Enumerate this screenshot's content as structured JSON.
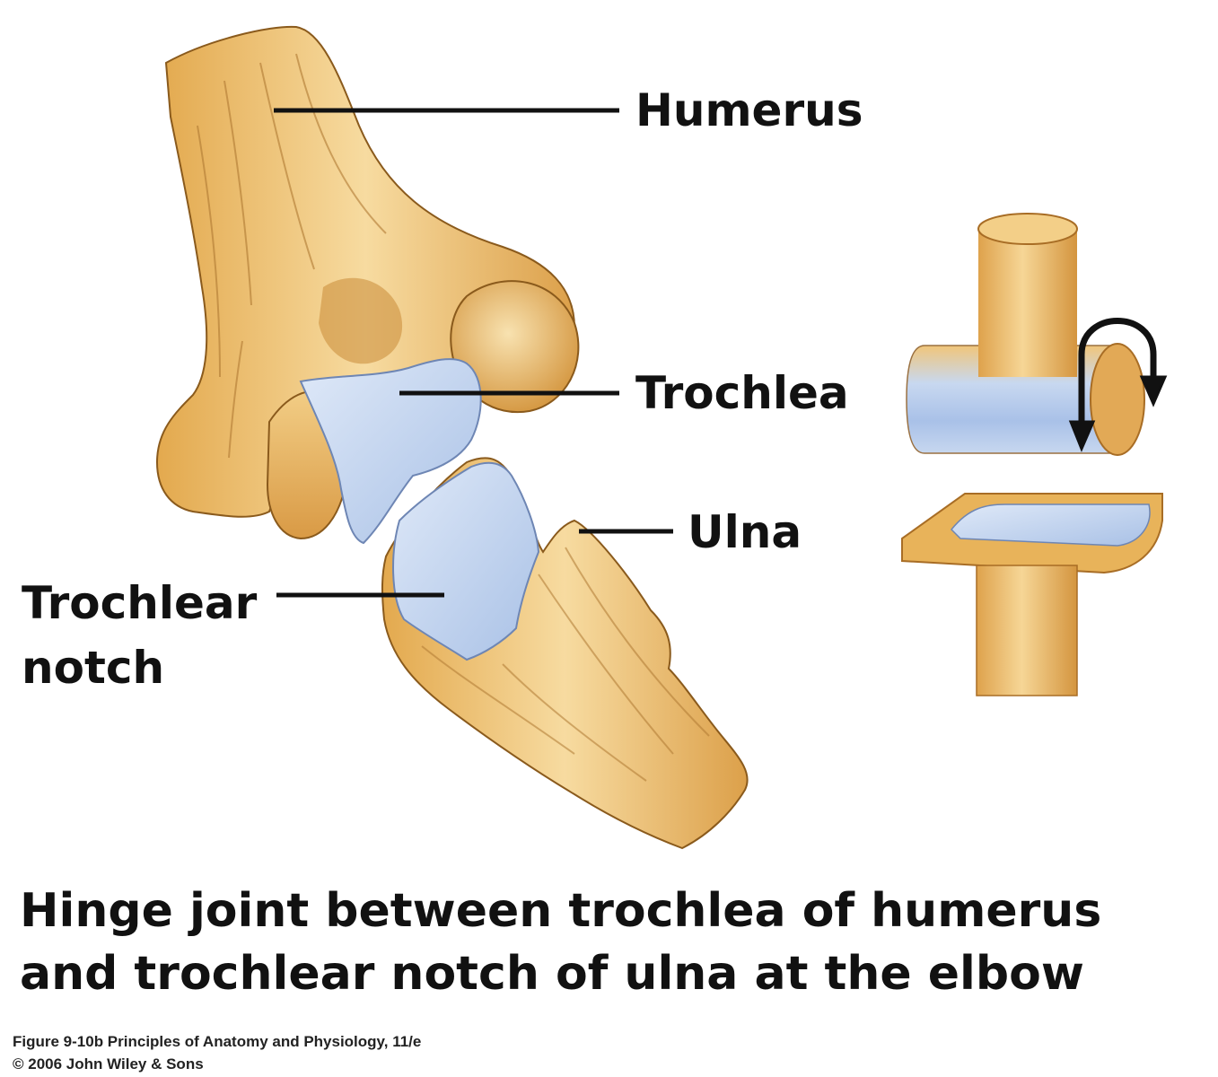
{
  "labels": {
    "humerus": "Humerus",
    "trochlea": "Trochlea",
    "ulna": "Ulna",
    "trochlear_notch_line1": "Trochlear",
    "trochlear_notch_line2": "notch"
  },
  "caption": {
    "line1": "Hinge joint between trochlea of humerus",
    "line2": "and trochlear notch of ulna at the elbow"
  },
  "credit": {
    "line1": "Figure 9-10b  Principles of Anatomy and Physiology, 11/e",
    "line2": "© 2006 John Wiley & Sons"
  },
  "colors": {
    "bone": "#e8b35a",
    "bone_light": "#f6d999",
    "bone_dark": "#b97a2a",
    "cartilage": "#b9cdec",
    "cartilage_light": "#dde8f8",
    "leader_line": "#111111",
    "background": "#ffffff"
  },
  "icons": {
    "rotation": "curved-rotation-arrow-icon"
  }
}
